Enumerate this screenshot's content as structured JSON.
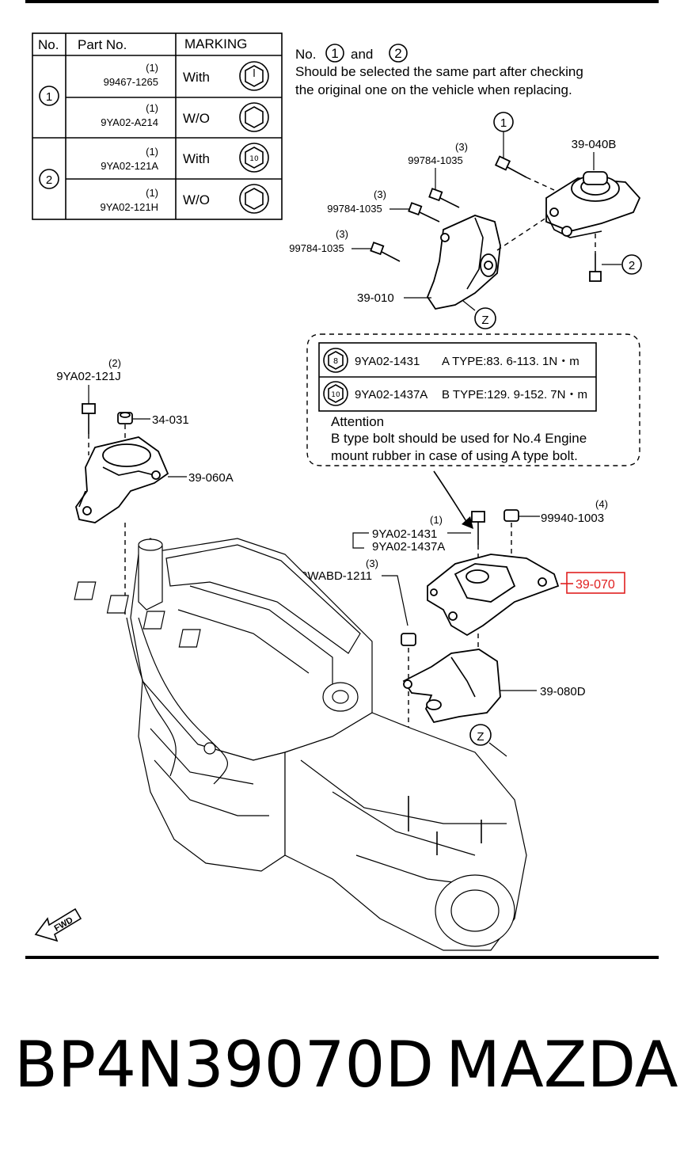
{
  "table": {
    "headers": [
      "No.",
      "Part No.",
      "MARKING"
    ],
    "rows": [
      {
        "group": "1",
        "qty": "(1)",
        "part": "99467-1265",
        "marking": "With"
      },
      {
        "group": "",
        "qty": "(1)",
        "part": "9YA02-A214",
        "marking": "W/O"
      },
      {
        "group": "2",
        "qty": "(1)",
        "part": "9YA02-121A",
        "marking": "With"
      },
      {
        "group": "",
        "qty": "(1)",
        "part": "9YA02-121H",
        "marking": "W/O"
      }
    ],
    "marking_digit": "10"
  },
  "note": {
    "prefix": "No.",
    "n1": "1",
    "and": "and",
    "n2": "2",
    "line2": "Should be selected the same part after checking",
    "line3": "the original one on the vehicle when replacing."
  },
  "callouts": {
    "c1_top": "1",
    "c2_right": "2",
    "z_top": "Z",
    "z_bottom": "Z",
    "p39_040b": "39-040B",
    "q_bolt1": "(3)",
    "p_bolt1": "99784-1035",
    "q_bolt2": "(3)",
    "p_bolt2": "99784-1035",
    "q_bolt3": "(3)",
    "p_bolt3": "99784-1035",
    "p39_010": "39-010",
    "q_121j": "(2)",
    "p_121j": "9YA02-121J",
    "p34_031": "34-031",
    "p39_060a": "39-060A",
    "q_1431": "(1)",
    "p_1431": "9YA02-1431",
    "p_1437a": "9YA02-1437A",
    "q_99940": "(4)",
    "p_99940": "99940-1003",
    "q_wabd": "(3)",
    "p_wabd": "9WABD-1211",
    "p39_070": "39-070",
    "p39_080d": "39-080D",
    "fwd": "FWD"
  },
  "zbox": {
    "row1_mark": "8",
    "row1_part": "9YA02-1431",
    "row1_spec": "A TYPE:83. 6-113. 1N・m",
    "row2_mark": "10",
    "row2_part": "9YA02-1437A",
    "row2_spec": "B TYPE:129. 9-152. 7N・m",
    "attention_title": "Attention",
    "attention_line1": "B type bolt should be used for No.4 Engine",
    "attention_line2": "mount rubber in case of using A type bolt."
  },
  "footer": {
    "part_number": "BP4N39070D",
    "brand": "MAZDA"
  },
  "colors": {
    "ink": "#000000",
    "highlight": "#e02020",
    "background": "#ffffff"
  }
}
